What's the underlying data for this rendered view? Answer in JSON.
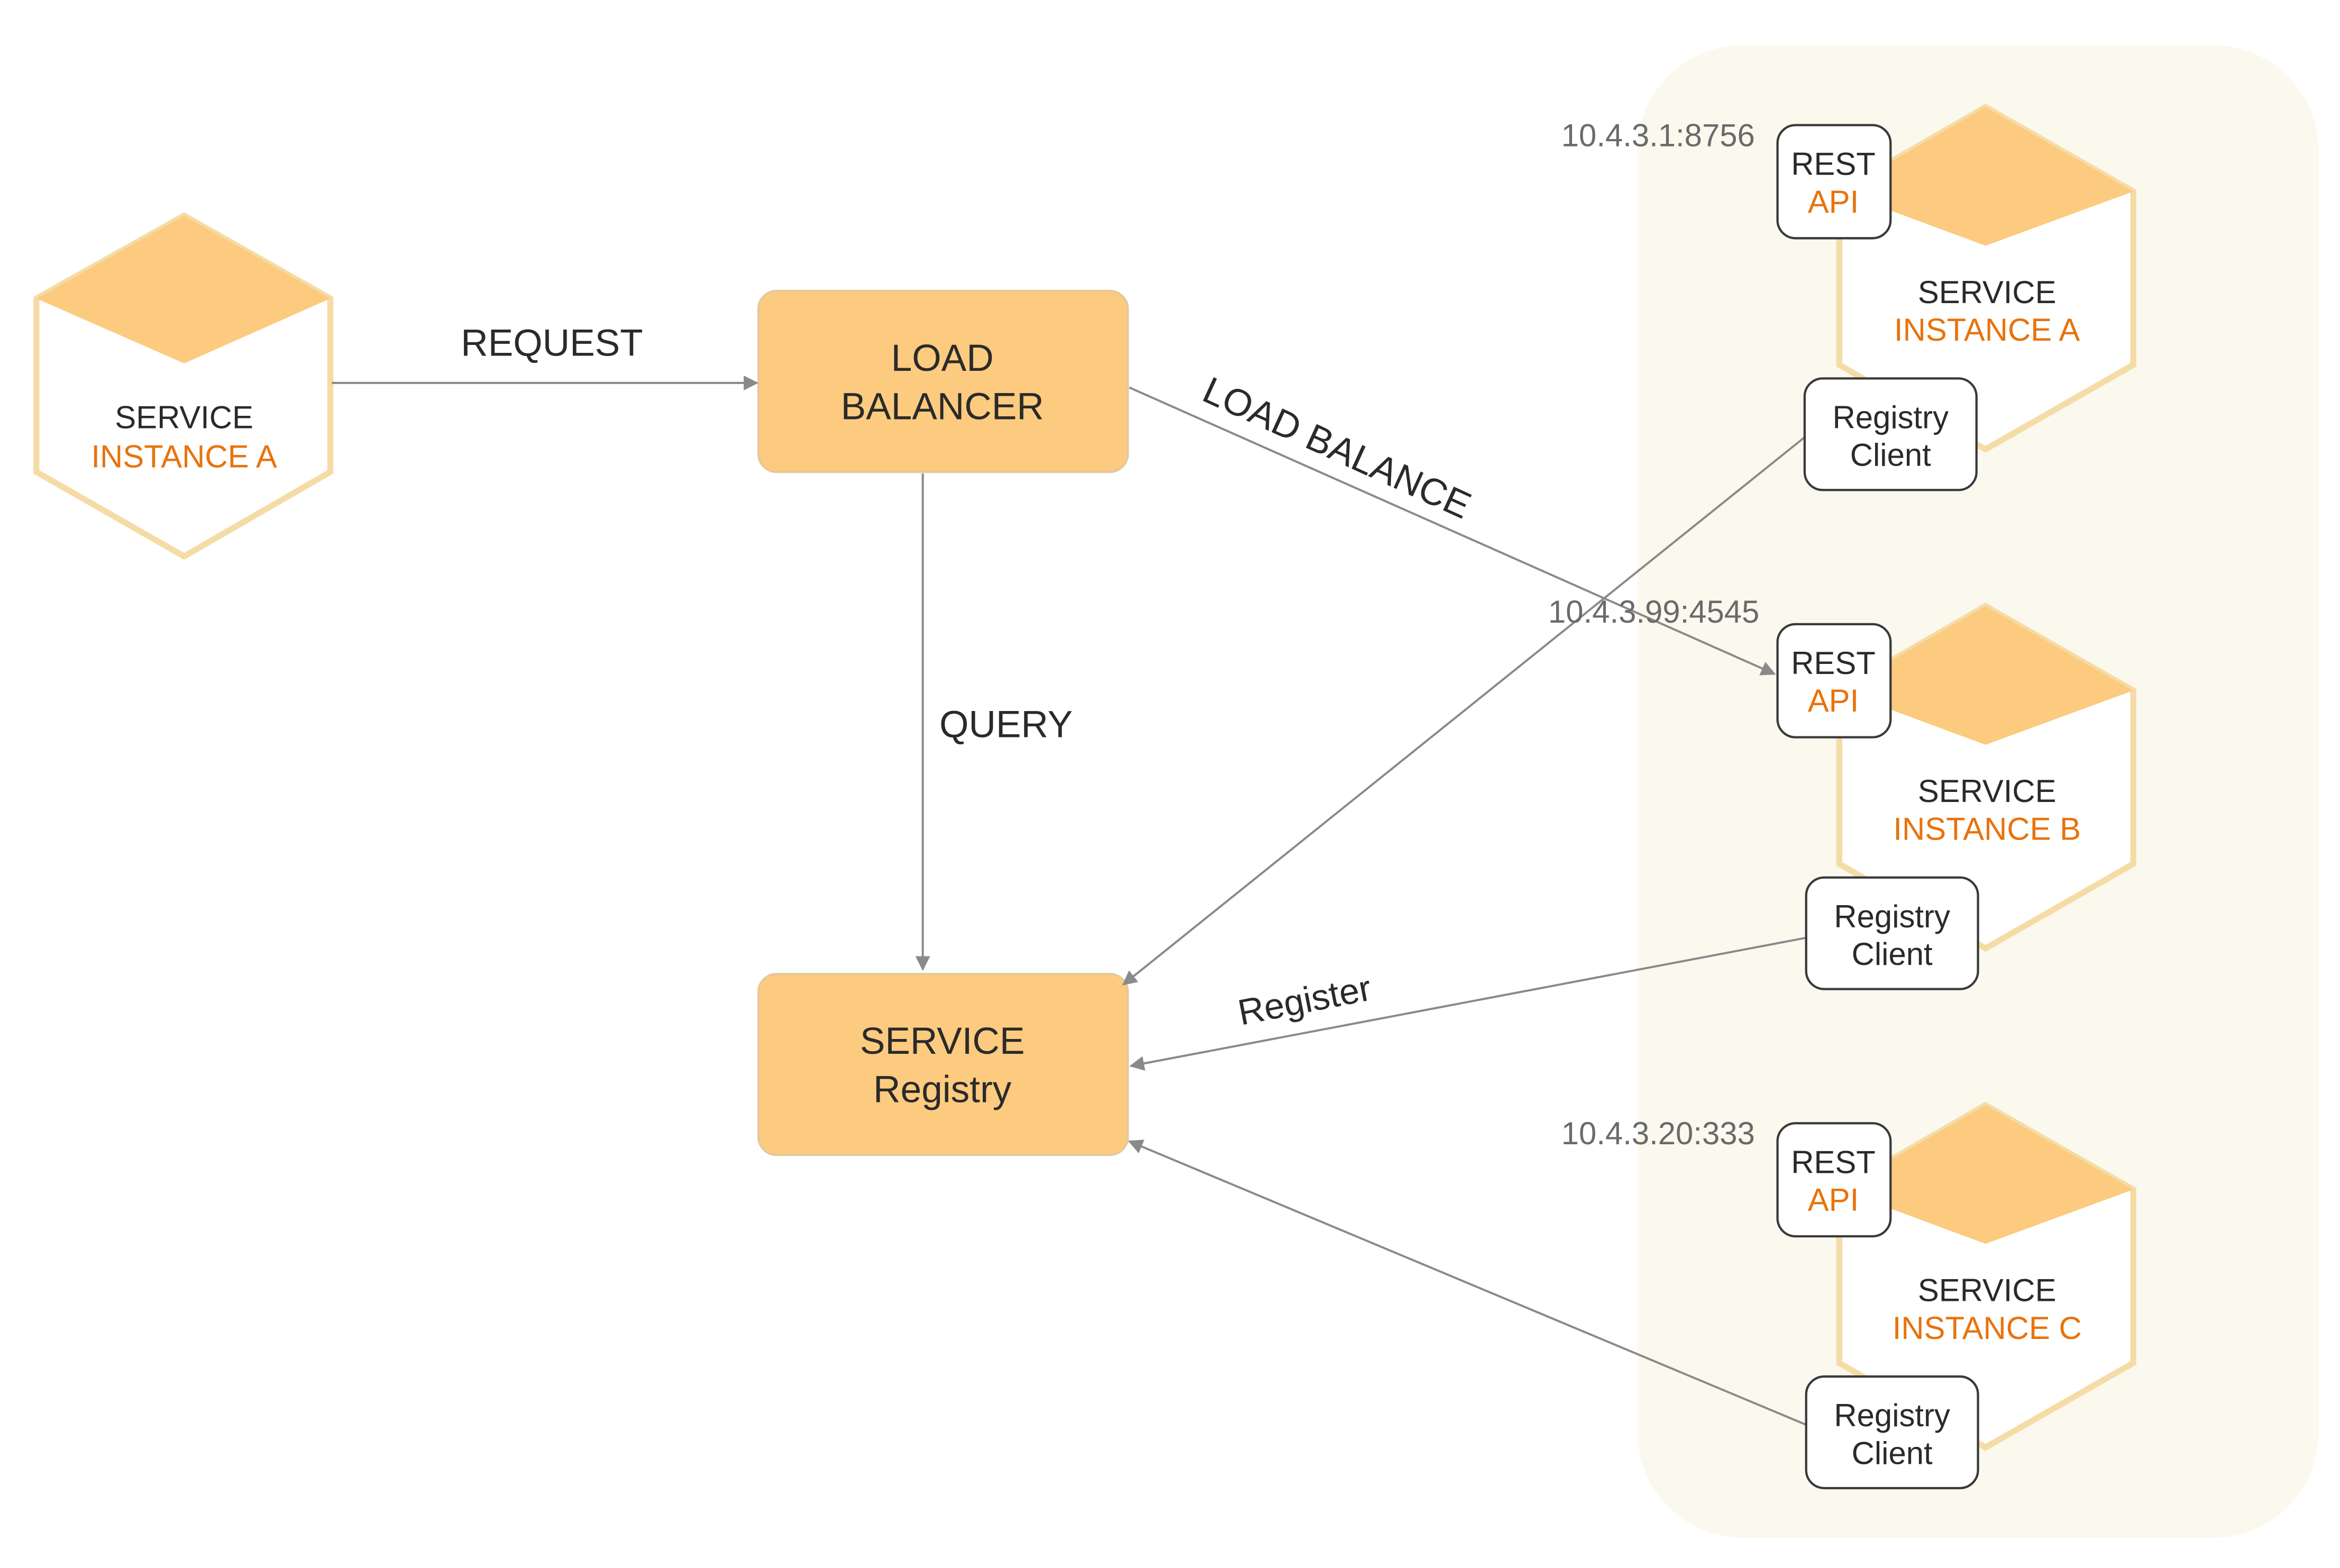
{
  "colors": {
    "hex_fill": "#fccb7f",
    "hex_stroke": "#f5dca6",
    "box_fill": "#fccb7f",
    "box_stroke": "#e6c99a",
    "cluster_bg": "#fbf8ee",
    "arrow": "#8a8a8a",
    "dark_text": "#2a2a2a",
    "orange_text": "#e8730c",
    "gray_text": "#6a6a6a"
  },
  "client": {
    "line1": "SERVICE",
    "line2": "INSTANCE A"
  },
  "load_balancer": {
    "line1": "LOAD",
    "line2": "BALANCER"
  },
  "registry": {
    "line1": "SERVICE",
    "line2": "Registry"
  },
  "edges": {
    "request": "REQUEST",
    "query": "QUERY",
    "load_balance": "LOAD BALANCE",
    "register": "Register"
  },
  "instances": [
    {
      "address": "10.4.3.1:8756",
      "title": "SERVICE",
      "name": "INSTANCE A",
      "api_line1": "REST",
      "api_line2": "API",
      "client_line1": "Registry",
      "client_line2": "Client"
    },
    {
      "address": "10.4.3.99:4545",
      "title": "SERVICE",
      "name": "INSTANCE B",
      "api_line1": "REST",
      "api_line2": "API",
      "client_line1": "Registry",
      "client_line2": "Client"
    },
    {
      "address": "10.4.3.20:333",
      "title": "SERVICE",
      "name": "INSTANCE C",
      "api_line1": "REST",
      "api_line2": "API",
      "client_line1": "Registry",
      "client_line2": "Client"
    }
  ]
}
